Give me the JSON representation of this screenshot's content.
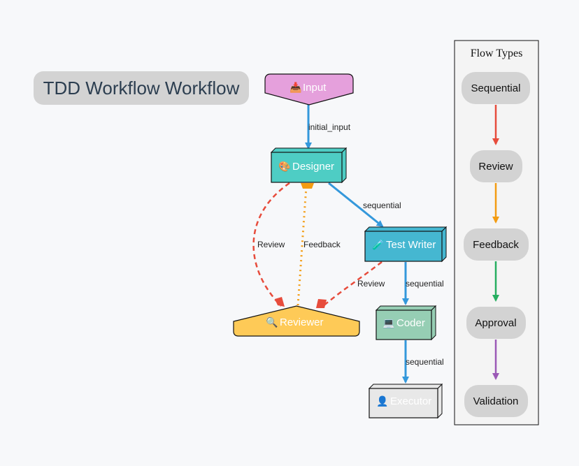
{
  "title": "TDD Workflow Workflow",
  "colors": {
    "sequential": "#3498db",
    "review": "#e74c3c",
    "feedback": "#f39c12",
    "approval": "#27ae60",
    "validation": "#9b59b6"
  },
  "nodes": {
    "input": {
      "label": "Input",
      "icon": "inbox-tray-icon",
      "glyph": "📥",
      "color": "#e5a0dc"
    },
    "designer": {
      "label": "Designer",
      "icon": "artist-palette-icon",
      "glyph": "🎨",
      "color": "#4ecdc4"
    },
    "testwriter": {
      "label": "Test Writer",
      "icon": "test-tube-icon",
      "glyph": "🧪",
      "color": "#45b7d1"
    },
    "reviewer": {
      "label": "Reviewer",
      "icon": "magnifier-icon",
      "glyph": "🔍",
      "color": "#feca57"
    },
    "coder": {
      "label": "Coder",
      "icon": "laptop-icon",
      "glyph": "💻",
      "color": "#96ceb4"
    },
    "executor": {
      "label": "Executor",
      "icon": "person-icon",
      "glyph": "👤",
      "color": "#e8e8e8"
    }
  },
  "edges": {
    "input_designer": "initial_input",
    "designer_testwriter": "sequential",
    "designer_reviewer": "Review",
    "reviewer_designer": "Feedback",
    "testwriter_reviewer": "Review",
    "testwriter_coder": "sequential",
    "coder_executor": "sequential"
  },
  "legend": {
    "title": "Flow Types",
    "items": [
      "Sequential",
      "Review",
      "Feedback",
      "Approval",
      "Validation"
    ]
  }
}
